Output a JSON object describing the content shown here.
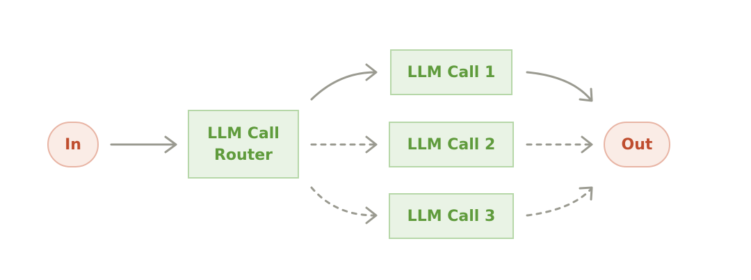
{
  "nodes": {
    "input": {
      "label": "In"
    },
    "router": {
      "line1": "LLM Call",
      "line2": "Router"
    },
    "call1": {
      "label": "LLM Call 1"
    },
    "call2": {
      "label": "LLM Call 2"
    },
    "call3": {
      "label": "LLM Call 3"
    },
    "output": {
      "label": "Out"
    }
  },
  "colors": {
    "terminal_fill": "#faece6",
    "terminal_border": "#e8b4a4",
    "terminal_text": "#bf4d2e",
    "process_fill": "#e9f3e5",
    "process_border": "#b6d7a8",
    "process_text": "#5f9b3c",
    "edge": "#9a9a90"
  },
  "edges": [
    {
      "from": "In",
      "to": "LLM Call Router",
      "style": "solid"
    },
    {
      "from": "LLM Call Router",
      "to": "LLM Call 1",
      "style": "solid"
    },
    {
      "from": "LLM Call Router",
      "to": "LLM Call 2",
      "style": "dotted"
    },
    {
      "from": "LLM Call Router",
      "to": "LLM Call 3",
      "style": "dotted"
    },
    {
      "from": "LLM Call 1",
      "to": "Out",
      "style": "solid"
    },
    {
      "from": "LLM Call 2",
      "to": "Out",
      "style": "dotted"
    },
    {
      "from": "LLM Call 3",
      "to": "Out",
      "style": "dotted"
    }
  ]
}
